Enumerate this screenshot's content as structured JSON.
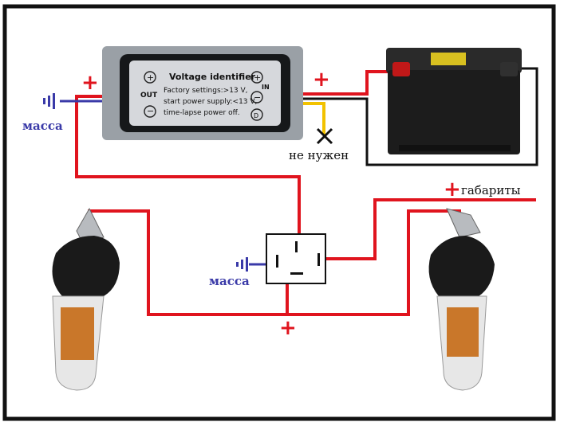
{
  "module": {
    "title": "Voltage identifier",
    "line1": "Factory settings:>13 V,",
    "line2": "start power supply:<13 V,",
    "line3": "time-lapse power off.",
    "out_label": "OUT",
    "in_label": "IN",
    "d_label": "D"
  },
  "labels": {
    "ground_top": "масса",
    "ground_relay": "масса",
    "not_needed": "не нужен",
    "parking_lights": "габариты",
    "plus_symbol": "+"
  },
  "colors": {
    "wire_red": "#e0141e",
    "wire_black": "#111111",
    "wire_yellow": "#f2c200",
    "ground_blue": "#3a3aa8",
    "module_body": "#c9ccd0",
    "battery_body": "#1c1c1c"
  }
}
